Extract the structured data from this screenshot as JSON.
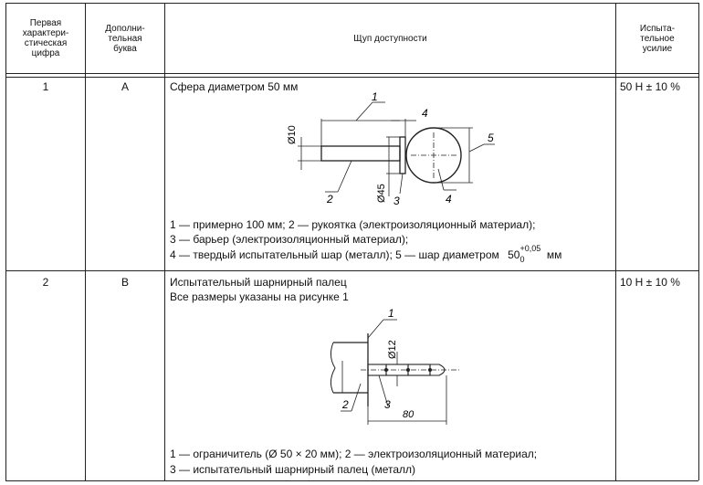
{
  "header": {
    "col1": "Первая\nхарактери-\nстическая\nцифра",
    "col2": "Дополни-\nтельная\nбуква",
    "col3": "Щуп доступности",
    "col4": "Испыта-\nтельное\nусилие"
  },
  "rows": [
    {
      "digit": "1",
      "letter": "A",
      "title": "Сфера диаметром 50 мм",
      "force": "50 Н ± 10 %",
      "figure_labels": {
        "l1": "1",
        "l2": "2",
        "l3": "3",
        "l4": "4",
        "l5": "5",
        "d10": "Ø10",
        "d45": "Ø45",
        "w4": "4"
      },
      "legend": [
        "1 — примерно 100 мм; 2 — рукоятка (электроизоляционный материал);",
        "3 — барьер (электроизоляционный материал);",
        "4 — твердый испытательный шар (металл); 5 — шар диаметром"
      ],
      "ball_dim": {
        "base": "50",
        "sup": "+0,05",
        "sub": "0",
        "unit": "мм"
      }
    },
    {
      "digit": "2",
      "letter": "B",
      "title": "Испытательный шарнирный палец",
      "subtitle": "Все размеры указаны на рисунке 1",
      "force": "10 Н ± 10 %",
      "figure_labels": {
        "l1": "1",
        "l2": "2",
        "l3": "3",
        "d12": "Ø12",
        "len80": "80"
      },
      "legend": [
        "1 — ограничитель (Ø 50 × 20 мм); 2 — электроизоляционный материал;",
        "3 — испытательный шарнирный палец (металл)"
      ]
    }
  ]
}
